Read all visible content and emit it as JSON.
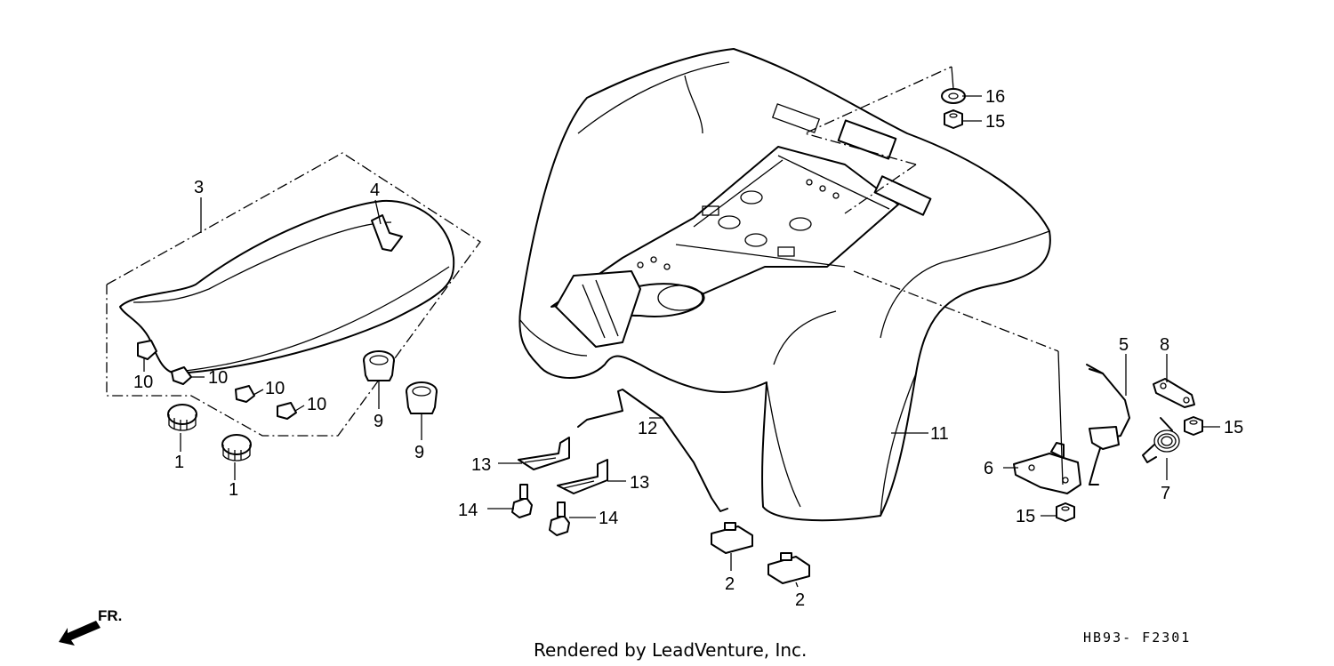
{
  "callouts": [
    {
      "id": "c1a",
      "text": "1"
    },
    {
      "id": "c1b",
      "text": "1"
    },
    {
      "id": "c2a",
      "text": "2"
    },
    {
      "id": "c2b",
      "text": "2"
    },
    {
      "id": "c3",
      "text": "3"
    },
    {
      "id": "c4",
      "text": "4"
    },
    {
      "id": "c5",
      "text": "5"
    },
    {
      "id": "c6",
      "text": "6"
    },
    {
      "id": "c7",
      "text": "7"
    },
    {
      "id": "c8",
      "text": "8"
    },
    {
      "id": "c9a",
      "text": "9"
    },
    {
      "id": "c9b",
      "text": "9"
    },
    {
      "id": "c10a",
      "text": "10"
    },
    {
      "id": "c10b",
      "text": "10"
    },
    {
      "id": "c10c",
      "text": "10"
    },
    {
      "id": "c10d",
      "text": "10"
    },
    {
      "id": "c11",
      "text": "11"
    },
    {
      "id": "c12",
      "text": "12"
    },
    {
      "id": "c13a",
      "text": "13"
    },
    {
      "id": "c13b",
      "text": "13"
    },
    {
      "id": "c14a",
      "text": "14"
    },
    {
      "id": "c14b",
      "text": "14"
    },
    {
      "id": "c15a",
      "text": "15"
    },
    {
      "id": "c15b",
      "text": "15"
    },
    {
      "id": "c15c",
      "text": "15"
    },
    {
      "id": "c16",
      "text": "16"
    }
  ],
  "direction_label": "FR.",
  "diagram_code": "HB93- F2301",
  "footer_text": "Rendered by LeadVenture, Inc.",
  "colors": {
    "line": "#000000",
    "background": "#ffffff"
  }
}
